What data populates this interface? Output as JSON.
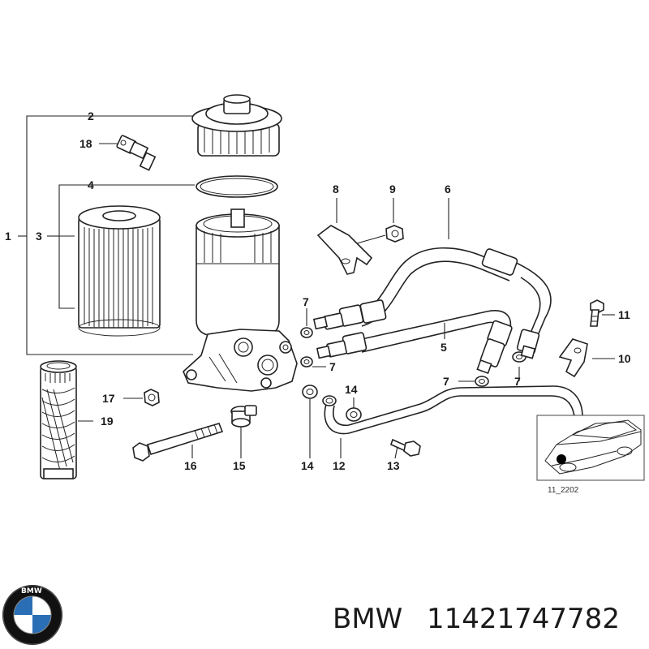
{
  "callouts": {
    "c1": "1",
    "c2": "2",
    "c3": "3",
    "c4": "4",
    "c5": "5",
    "c6": "6",
    "c7a": "7",
    "c7b": "7",
    "c7c": "7",
    "c7d": "7",
    "c8": "8",
    "c9": "9",
    "c10": "10",
    "c11": "11",
    "c12": "12",
    "c13": "13",
    "c14a": "14",
    "c14b": "14",
    "c15": "15",
    "c16": "16",
    "c17": "17",
    "c18": "18",
    "c19": "19"
  },
  "inset": {
    "reference": "11_2202"
  },
  "footer": {
    "logo_letters": "BMW",
    "brand": "BMW",
    "part_number": "11421747782"
  },
  "colors": {
    "ink": "#222222",
    "logo_blue": "#2a6fb5"
  }
}
